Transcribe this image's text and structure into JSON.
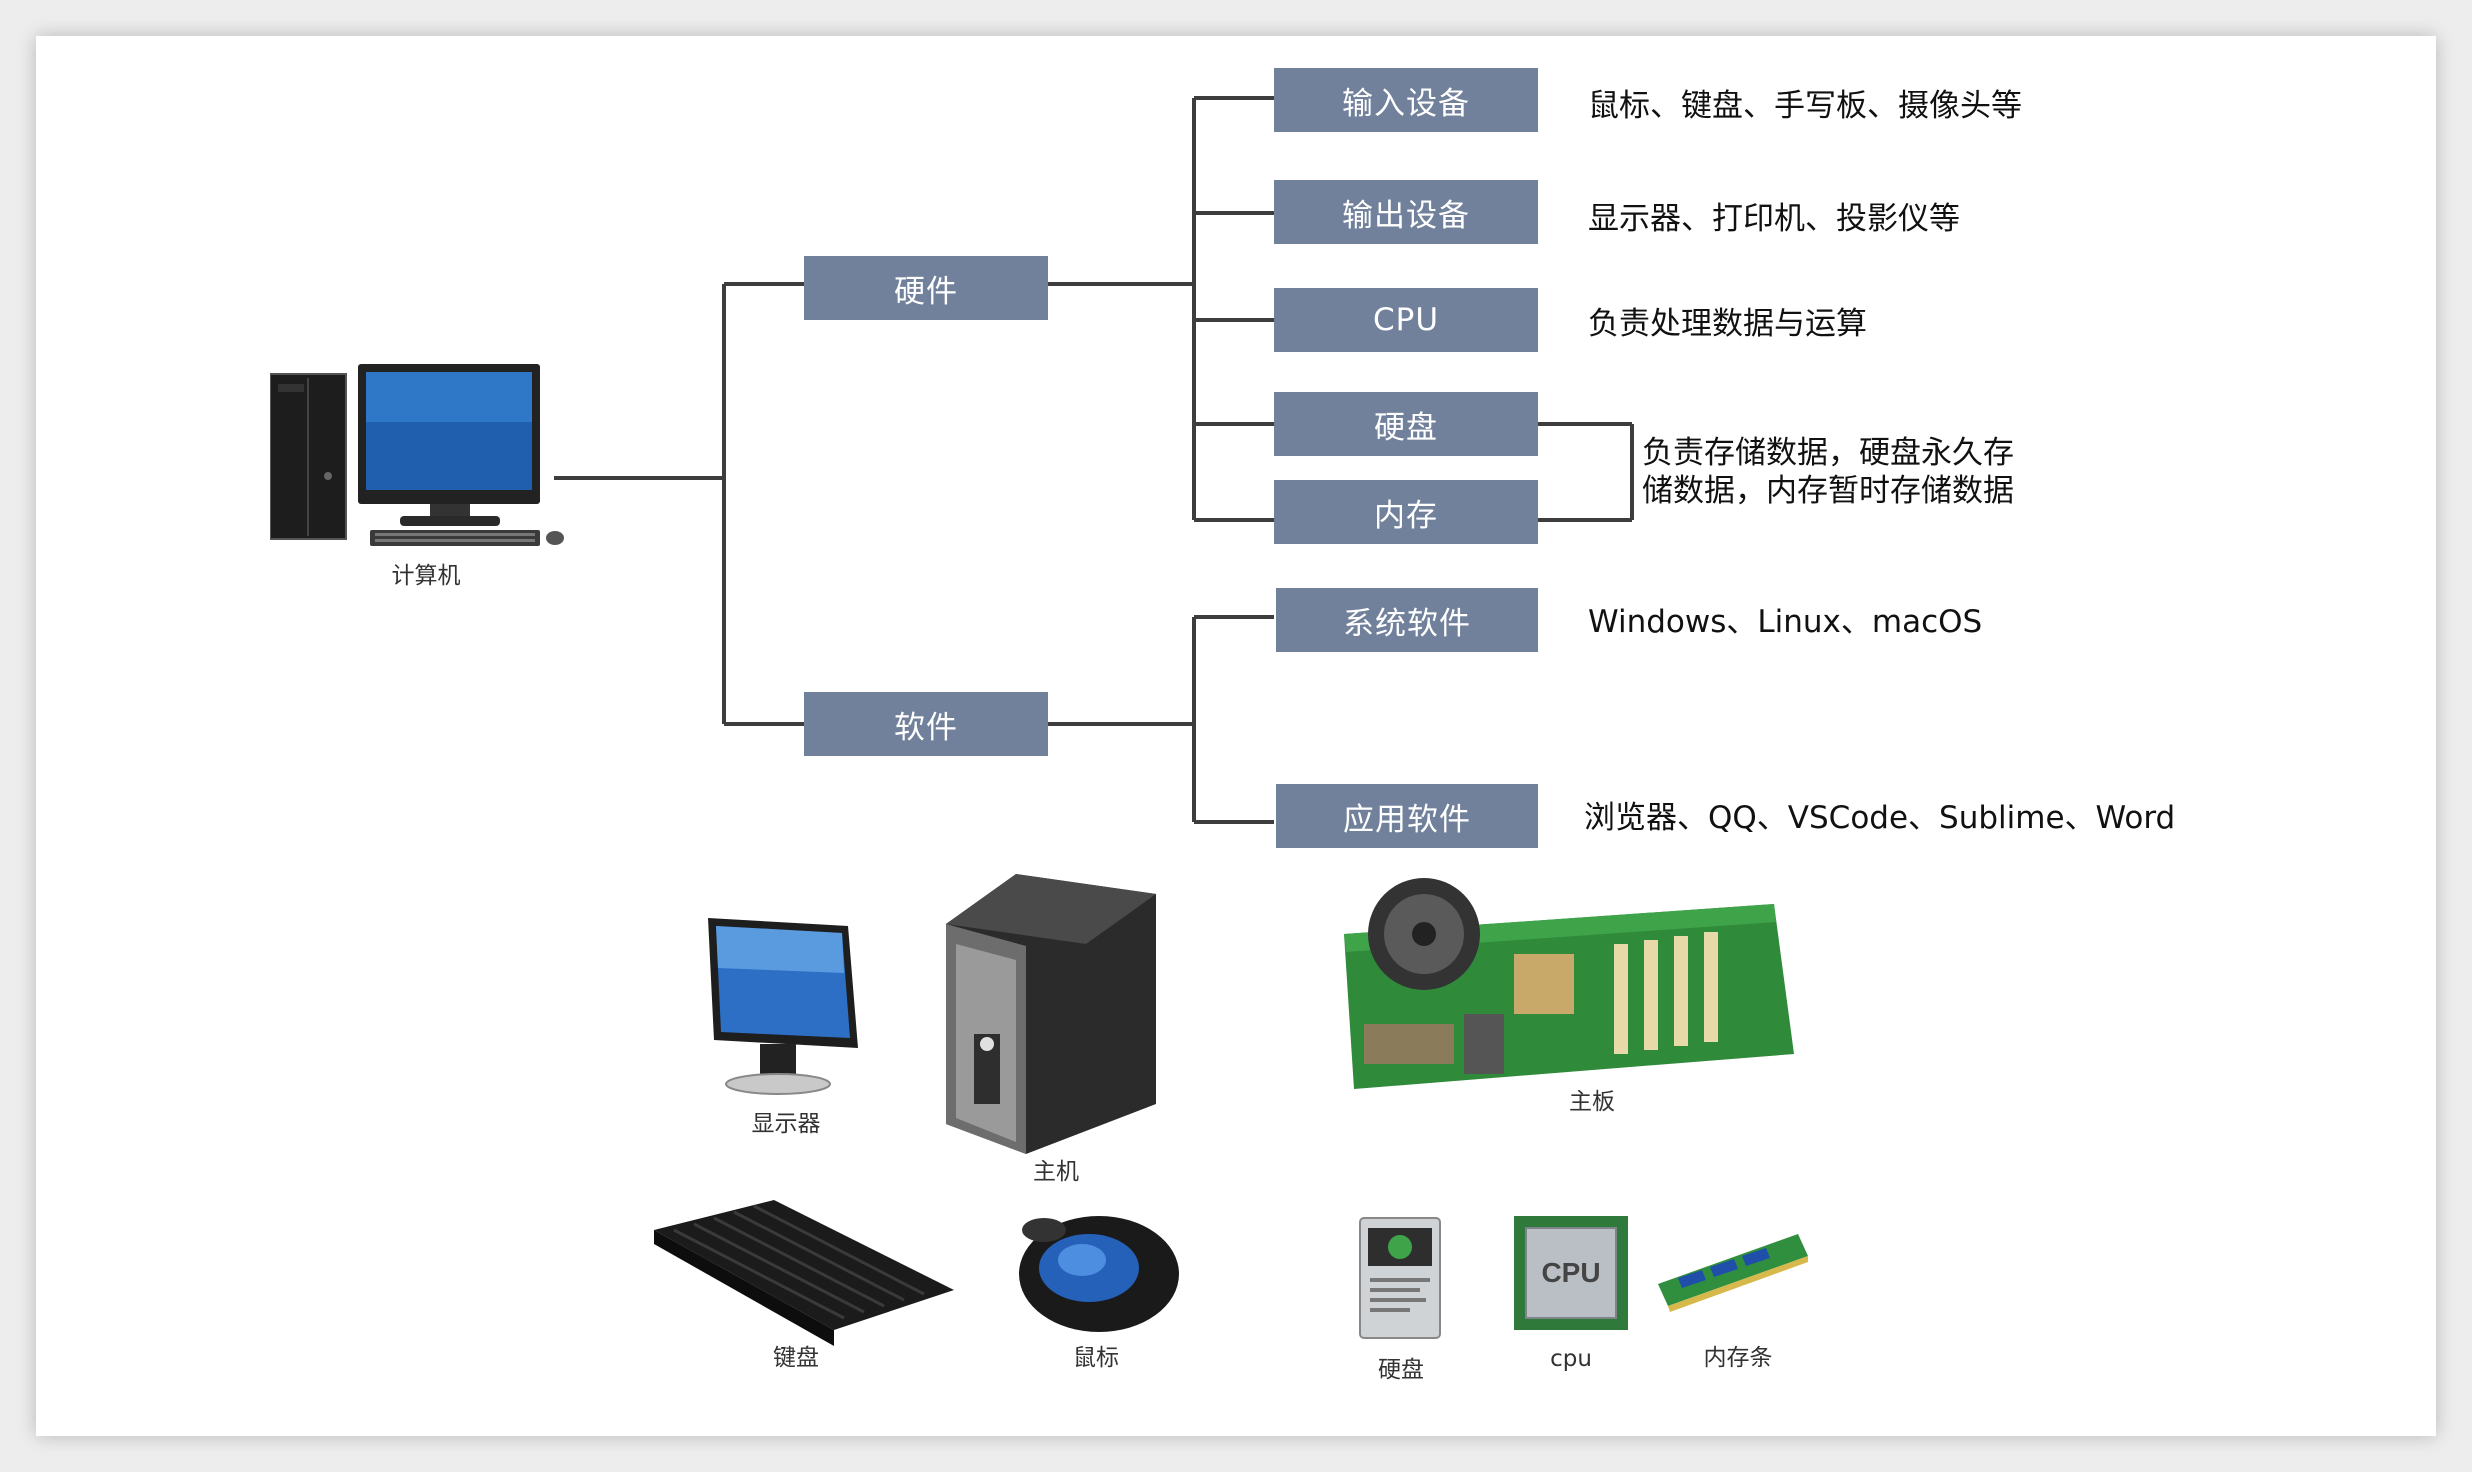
{
  "root": {
    "label": "计算机"
  },
  "hardware": {
    "label": "硬件",
    "children": [
      {
        "label": "输入设备",
        "desc": "鼠标、键盘、手写板、摄像头等"
      },
      {
        "label": "输出设备",
        "desc": "显示器、打印机、投影仪等"
      },
      {
        "label": "CPU",
        "desc": "负责处理数据与运算"
      },
      {
        "label": "硬盘"
      },
      {
        "label": "内存"
      }
    ],
    "storage_desc": "负责存储数据，硬盘永久存储数据，内存暂时存储数据"
  },
  "software": {
    "label": "软件",
    "children": [
      {
        "label": "系统软件",
        "desc": "Windows、Linux、macOS"
      },
      {
        "label": "应用软件",
        "desc": "浏览器、QQ、VSCode、Sublime、Word"
      }
    ]
  },
  "pictures": {
    "monitor": "显示器",
    "host": "主机",
    "motherboard": "主板",
    "keyboard": "键盘",
    "mouse": "鼠标",
    "disk": "硬盘",
    "cpu": "cpu",
    "ram": "内存条",
    "cpu_chip_text": "CPU"
  },
  "colors": {
    "node_fill": "#71819b",
    "line": "#3d3d3d"
  }
}
